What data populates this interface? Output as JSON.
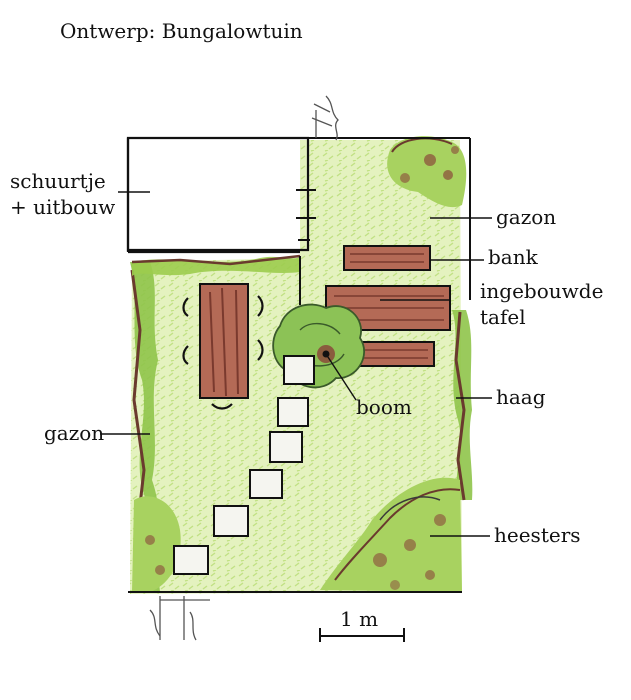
{
  "title": "Ontwerp: Bungalowtuin",
  "labels": {
    "shed_line1": "schuurtje",
    "shed_line2": "+ uitbouw",
    "lawn_right": "gazon",
    "bench": "bank",
    "table_line1": "ingebouwde",
    "table_line2": "tafel",
    "hedge": "haag",
    "tree": "boom",
    "lawn_left": "gazon",
    "shrubs": "heesters"
  },
  "scale": {
    "label": "1 m"
  },
  "colors": {
    "ink": "#111111",
    "lawn": "#c8e68a",
    "lawn_dark": "#9ccc4e",
    "hedge": "#7fb43c",
    "shrub_brown": "#8a4a3a",
    "wood": "#9a5a48",
    "tree": "#6fa048"
  }
}
